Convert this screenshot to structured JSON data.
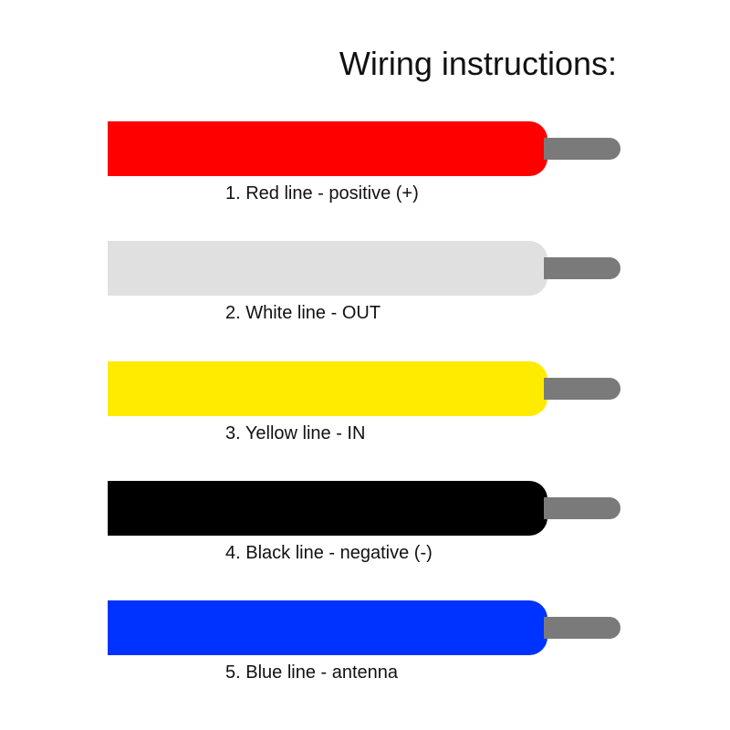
{
  "title": "Wiring instructions:",
  "colors": {
    "conductor": "#7a7a7a",
    "text": "#111111",
    "background": "#ffffff"
  },
  "wires": [
    {
      "label": "1. Red line - positive (+)",
      "color": "#ff0000"
    },
    {
      "label": "2. White line - OUT",
      "color": "#e0e0e0"
    },
    {
      "label": "3. Yellow line - IN",
      "color": "#ffeb00"
    },
    {
      "label": "4. Black line - negative (-)",
      "color": "#000000"
    },
    {
      "label": "5. Blue line - antenna",
      "color": "#0033ff"
    }
  ]
}
